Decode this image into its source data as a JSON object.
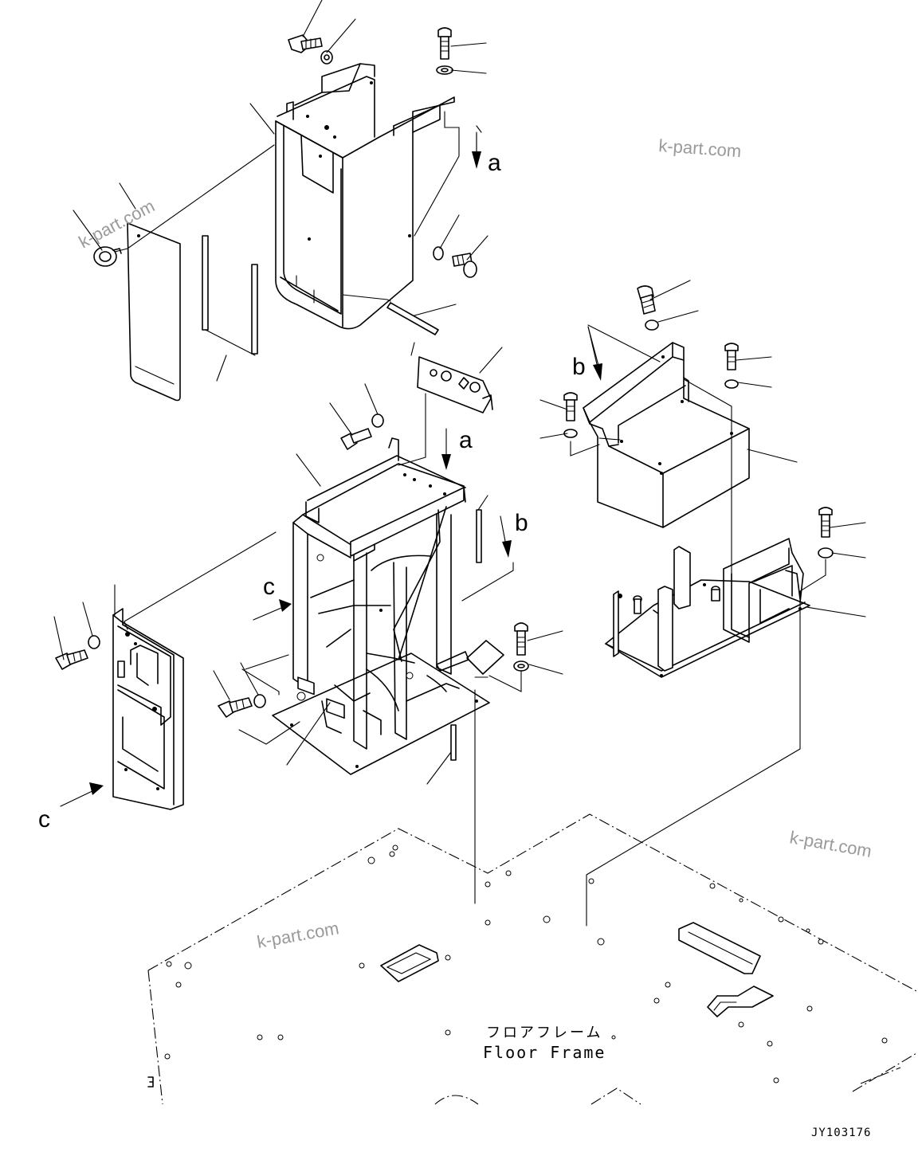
{
  "view_labels": {
    "a": "a",
    "b": "b",
    "c": "c"
  },
  "floor_frame": {
    "label_jp": "フロアフレーム",
    "label_en": "Floor Frame"
  },
  "drawing_code": "JY103176",
  "watermark": "k-part.com"
}
